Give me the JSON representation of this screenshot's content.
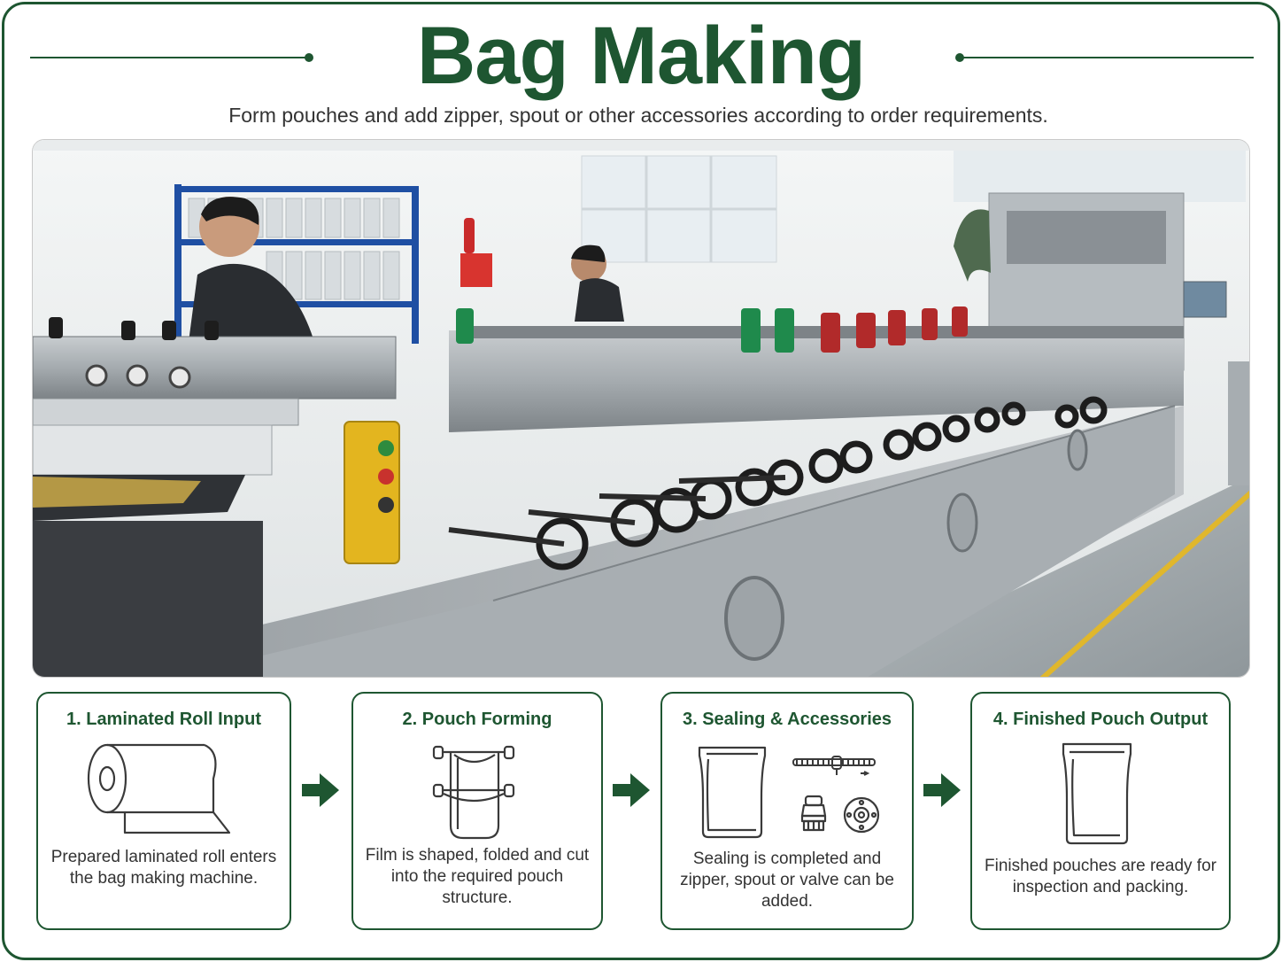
{
  "header": {
    "title": "Bag Making",
    "subtitle": "Form pouches and add zipper, spout or other accessories according to order requirements."
  },
  "colors": {
    "brand_green": "#1e5631",
    "text_gray": "#333333",
    "icon_gray": "#3a3a3a"
  },
  "steps": [
    {
      "title": "1. Laminated Roll Input",
      "description": "Prepared laminated roll enters the bag making machine.",
      "icon": "film-roll-icon"
    },
    {
      "title": "2. Pouch Forming",
      "description": "Film is shaped, folded and cut into the required pouch structure.",
      "icon": "pouch-forming-icon"
    },
    {
      "title": "3. Sealing & Accessories",
      "description": "Sealing is completed and zipper, spout or valve can be added.",
      "icon": "accessories-icon"
    },
    {
      "title": "4. Finished Pouch Output",
      "description": "Finished pouches are ready for inspection and packing.",
      "icon": "finished-pouch-icon"
    }
  ],
  "arrows": [
    "arrow-right-icon",
    "arrow-right-icon",
    "arrow-right-icon"
  ]
}
